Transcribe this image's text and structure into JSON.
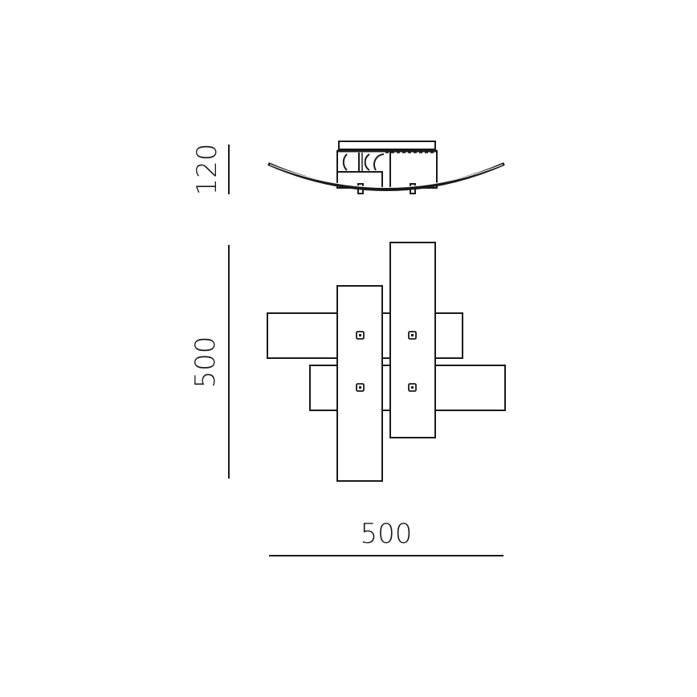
{
  "diagram": {
    "type": "technical-drawing",
    "subject": "ceiling lamp with overlapping rectangular panels",
    "views": {
      "side_view": {
        "height_dimension": {
          "label": "120"
        }
      },
      "top_view": {
        "height_dimension": {
          "label": "500"
        },
        "width_dimension": {
          "label": "500"
        },
        "panels": [
          {
            "name": "horizontal-panel-upper",
            "orientation": "horizontal"
          },
          {
            "name": "horizontal-panel-lower",
            "orientation": "horizontal"
          },
          {
            "name": "vertical-panel-left",
            "orientation": "vertical"
          },
          {
            "name": "vertical-panel-right",
            "orientation": "vertical"
          }
        ],
        "fixing_points": 4
      }
    },
    "colors": {
      "line": "#1a1a1a",
      "background": "#ffffff"
    }
  }
}
